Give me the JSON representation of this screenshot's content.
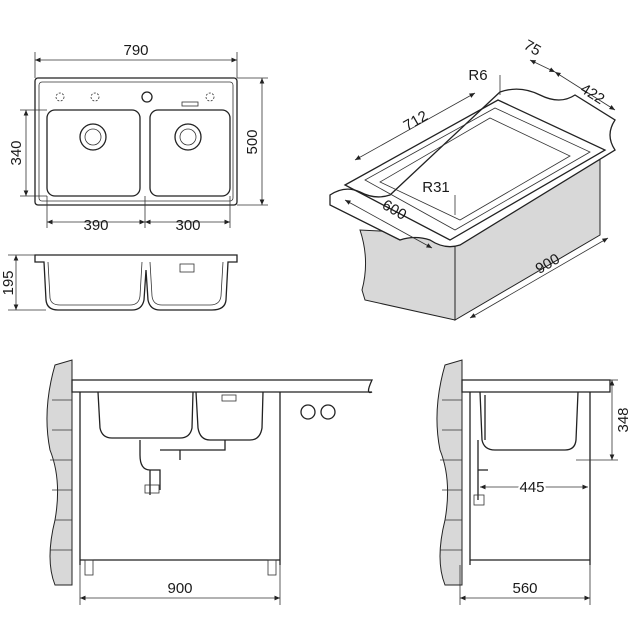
{
  "plan_view": {
    "width": "790",
    "depth": "500",
    "bowl_depth": "340",
    "left_bowl_width": "390",
    "right_bowl_width": "300"
  },
  "profile_view": {
    "height": "195"
  },
  "iso_view": {
    "corner_radius_small": "R6",
    "corner_radius_bowl": "R31",
    "edge_offset": "75",
    "cutout_depth": "422",
    "cutout_length": "712",
    "counter_depth": "600",
    "cabinet_width": "900"
  },
  "front_view": {
    "cabinet_width": "900"
  },
  "side_view": {
    "height": "348",
    "drain_offset": "445",
    "cabinet_depth": "560"
  },
  "colors": {
    "line": "#222222",
    "background": "#ffffff"
  }
}
